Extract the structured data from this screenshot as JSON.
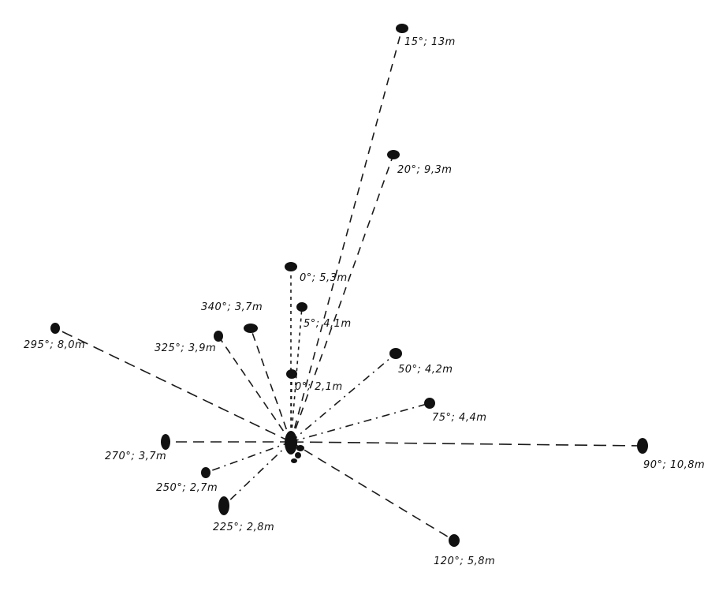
{
  "diagram": {
    "origin_marker": "center-stone-cluster",
    "points": [
      {
        "label": "15°; 13m",
        "bearing_deg": 15,
        "distance_m": 13
      },
      {
        "label": "20°; 9,3m",
        "bearing_deg": 20,
        "distance_m": 9.3
      },
      {
        "label": "0°; 5,3m",
        "bearing_deg": 0,
        "distance_m": 5.3
      },
      {
        "label": "5°; 4,1m",
        "bearing_deg": 5,
        "distance_m": 4.1
      },
      {
        "label": "340°; 3,7m",
        "bearing_deg": 340,
        "distance_m": 3.7
      },
      {
        "label": "325°; 3,9m",
        "bearing_deg": 325,
        "distance_m": 3.9
      },
      {
        "label": "295°; 8,0m",
        "bearing_deg": 295,
        "distance_m": 8.0
      },
      {
        "label": "0°; 2,1m",
        "bearing_deg": 0,
        "distance_m": 2.1
      },
      {
        "label": "50°; 4,2m",
        "bearing_deg": 50,
        "distance_m": 4.2
      },
      {
        "label": "75°; 4,4m",
        "bearing_deg": 75,
        "distance_m": 4.4
      },
      {
        "label": "90°; 10,8m",
        "bearing_deg": 90,
        "distance_m": 10.8
      },
      {
        "label": "270°; 3,7m",
        "bearing_deg": 270,
        "distance_m": 3.7
      },
      {
        "label": "250°; 2,7m",
        "bearing_deg": 250,
        "distance_m": 2.7
      },
      {
        "label": "225°; 2,8m",
        "bearing_deg": 225,
        "distance_m": 2.8
      },
      {
        "label": "120°; 5,8m",
        "bearing_deg": 120,
        "distance_m": 5.8
      }
    ],
    "ink_color": "#111111"
  }
}
